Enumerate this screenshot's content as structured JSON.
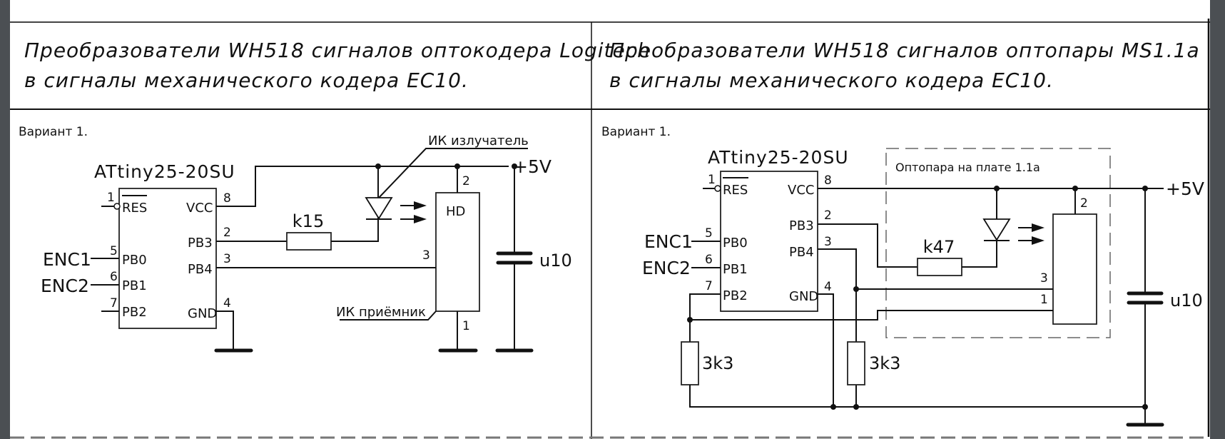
{
  "left_panel": {
    "title_line1": "Преобразователи WH518 сигналов оптокодера Logitech",
    "title_line2": "в сигналы механического кодера EC10.",
    "variant": "Вариант 1.",
    "chip_name": "ATtiny25-20SU",
    "pins_left": [
      {
        "num": "1",
        "label": "RES"
      },
      {
        "num": "5",
        "label": "PB0"
      },
      {
        "num": "6",
        "label": "PB1"
      },
      {
        "num": "7",
        "label": "PB2"
      }
    ],
    "pins_right": [
      {
        "num": "8",
        "label": "VCC"
      },
      {
        "num": "2",
        "label": "PB3"
      },
      {
        "num": "3",
        "label": "PB4"
      },
      {
        "num": "4",
        "label": "GND"
      }
    ],
    "signals": [
      "ENC1",
      "ENC2"
    ],
    "resistor": "k15",
    "emitter_note": "ИК излучатель",
    "receiver_note": "ИК приёмник",
    "receiver_label": "HD",
    "receiver_pins": [
      "2",
      "3",
      "1"
    ],
    "capacitor": "u10",
    "supply": "+5V"
  },
  "right_panel": {
    "title_line1": "Преобразователи WH518 сигналов оптопары MS1.1a",
    "title_line2": "в сигналы механического кодера EC10.",
    "variant": "Вариант 1.",
    "chip_name": "ATtiny25-20SU",
    "pins_left": [
      {
        "num": "1",
        "label": "RES"
      },
      {
        "num": "5",
        "label": "PB0"
      },
      {
        "num": "6",
        "label": "PB1"
      },
      {
        "num": "7",
        "label": "PB2"
      }
    ],
    "pins_right": [
      {
        "num": "8",
        "label": "VCC"
      },
      {
        "num": "2",
        "label": "PB3"
      },
      {
        "num": "3",
        "label": "PB4"
      },
      {
        "num": "4",
        "label": "GND"
      }
    ],
    "signals": [
      "ENC1",
      "ENC2"
    ],
    "resistor": "k47",
    "optocoupler_note": "Оптопара на плате 1.1a",
    "receiver_pins": [
      "2",
      "3",
      "1"
    ],
    "pulldowns": [
      "3k3",
      "3k3"
    ],
    "capacitor": "u10",
    "supply": "+5V"
  }
}
